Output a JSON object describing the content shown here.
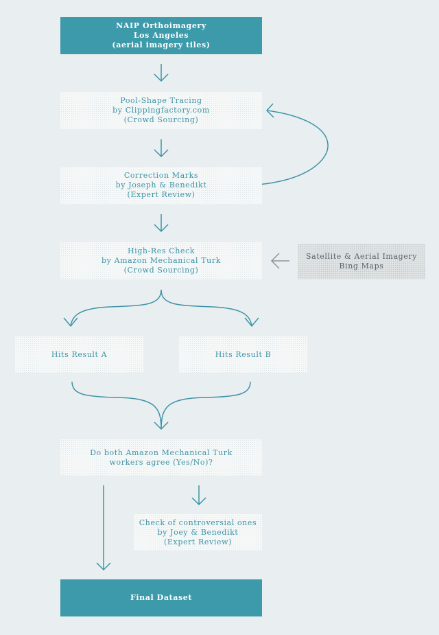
{
  "nodes": {
    "source": [
      "NAIP Orthoimagery",
      "Los Angeles",
      "(aerial imagery tiles)"
    ],
    "tracing": [
      "Pool-Shape Tracing",
      "by Clippingfactory.com",
      "(Crowd Sourcing)"
    ],
    "correction": [
      "Correction Marks",
      "by Joseph & Benedikt",
      "(Expert Review)"
    ],
    "highres": [
      "High-Res Check",
      "by Amazon Mechanical Turk",
      "(Crowd Sourcing)"
    ],
    "satellite": [
      "Satellite & Aerial Imagery",
      "Bing Maps"
    ],
    "hits_a": "Hits Result A",
    "hits_b": "Hits Result B",
    "agree": [
      "Do both Amazon Mechanical Turk",
      "workers agree (Yes/No)?"
    ],
    "controversial": [
      "Check of controversial ones",
      "by Joey & Benedikt",
      "(Expert Review)"
    ],
    "final": "Final Dataset"
  }
}
